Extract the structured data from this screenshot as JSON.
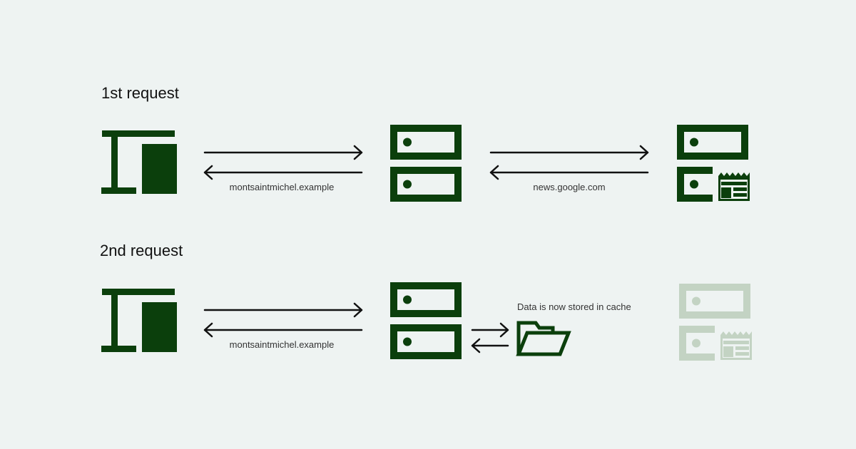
{
  "section_1": {
    "heading": "1st request",
    "client_label": "montsaintmichel.example",
    "origin_label": "news.google.com"
  },
  "section_2": {
    "heading": "2nd request",
    "client_label": "montsaintmichel.example",
    "cache_label": "Data is now stored in cache"
  },
  "icons": {
    "client": "devices-icon",
    "proxy_server": "server-icon",
    "origin_server": "news-server-icon",
    "cache": "folder-icon"
  },
  "colors": {
    "background": "#eef3f2",
    "icon_primary": "#0b3f0c",
    "icon_faded": "#c3d3c3",
    "arrow": "#111111",
    "text": "#111111"
  }
}
